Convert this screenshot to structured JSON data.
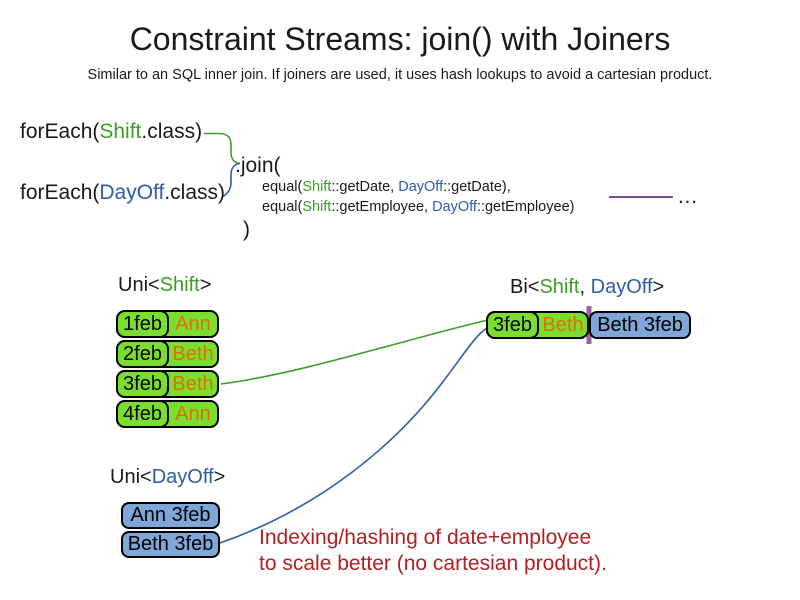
{
  "slide": {
    "title": "Constraint Streams: join() with Joiners",
    "subtitle": "Similar to an SQL inner join. If joiners are used, it uses hash lookups to avoid a cartesian product."
  },
  "code": {
    "foreach_shift": {
      "fn": "forEach(",
      "cls": "Shift",
      "end": ".class)"
    },
    "foreach_dayoff": {
      "fn": "forEach(",
      "cls": "DayOff",
      "end": ".class)"
    },
    "join_open": ".join(",
    "joiner_date": {
      "fn": "equal(",
      "left_cls": "Shift",
      "left": "::getDate, ",
      "right_cls": "DayOff",
      "right": "::getDate),"
    },
    "joiner_employee": {
      "fn": "equal(",
      "left_cls": "Shift",
      "left": "::getEmployee, ",
      "right_cls": "DayOff",
      "right": "::getEmployee)"
    },
    "join_close": ")",
    "ellipsis": "…"
  },
  "uni_shift": {
    "label": {
      "pre": "Uni<",
      "cls": "Shift",
      "post": ">"
    },
    "rows": [
      {
        "date": "1feb",
        "employee": "Ann"
      },
      {
        "date": "2feb",
        "employee": "Beth"
      },
      {
        "date": "3feb",
        "employee": "Beth"
      },
      {
        "date": "4feb",
        "employee": "Ann"
      }
    ]
  },
  "uni_dayoff": {
    "label": {
      "pre": "Uni<",
      "cls": "DayOff",
      "post": ">"
    },
    "rows": [
      "Ann 3feb",
      "Beth 3feb"
    ]
  },
  "bi": {
    "label": {
      "pre": "Bi<",
      "shift_cls": "Shift",
      "sep": ", ",
      "dayoff_cls": "DayOff",
      "post": ">"
    },
    "pair": {
      "date": "3feb",
      "employee": "Beth",
      "dayoff": "Beth 3feb"
    }
  },
  "caption": {
    "line1": "Indexing/hashing of date+employee",
    "line2": "to scale better (no cartesian product)."
  },
  "colors": {
    "shift_green": "#3c9e28",
    "dayoff_blue": "#2d5da7",
    "employee_orange": "#e07000",
    "shift_box_fill": "#7ade31",
    "dayoff_box_fill": "#7ea6d8",
    "caption_red": "#b22020",
    "joiner_purple": "#7a5293"
  }
}
